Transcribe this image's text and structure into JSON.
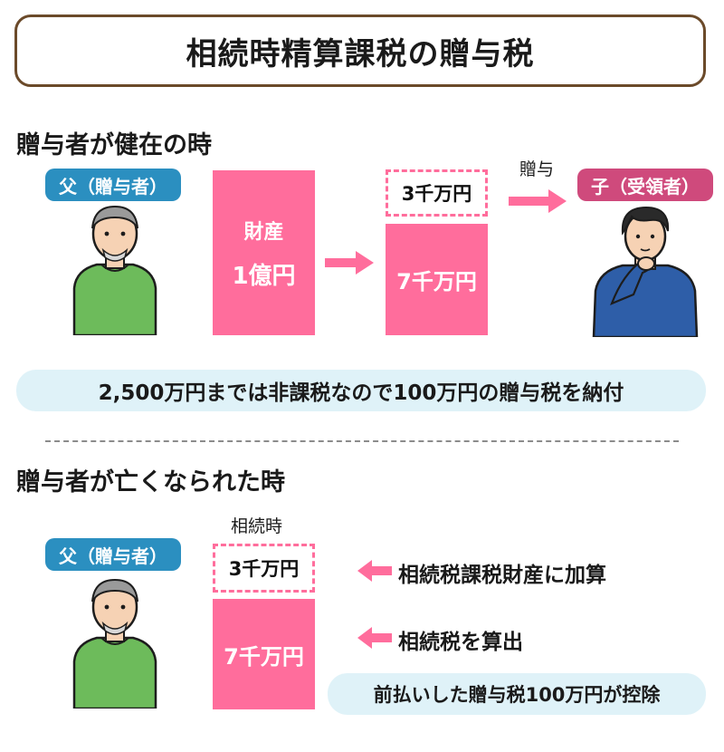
{
  "title": "相続時精算課税の贈与税",
  "section1": {
    "heading": "贈与者が健在の時",
    "father_label": "父（贈与者）",
    "asset_label": "財産",
    "asset_amount": "1億円",
    "gift_amount": "3千万円",
    "remaining_amount": "7千万円",
    "gift_arrow_label": "贈与",
    "child_label": "子（受領者）",
    "note": "2,500万円までは非課税なので100万円の贈与税を納付"
  },
  "section2": {
    "heading": "贈与者が亡くなられた時",
    "father_label": "父（贈与者）",
    "column_label": "相続時",
    "gift_amount": "3千万円",
    "remaining_amount": "7千万円",
    "step1": "相続税課税財産に加算",
    "step2": "相続税を算出",
    "note": "前払いした贈与税100万円が控除"
  },
  "colors": {
    "pink": "#ff6d9c",
    "blue_label": "#2b8fc0",
    "child_label": "#cf4a7c",
    "note_bg": "#dff2f8",
    "title_border": "#6b4a2a"
  },
  "icons": [
    "father-illustration",
    "child-illustration",
    "right-arrow-icon",
    "left-arrow-icon"
  ]
}
